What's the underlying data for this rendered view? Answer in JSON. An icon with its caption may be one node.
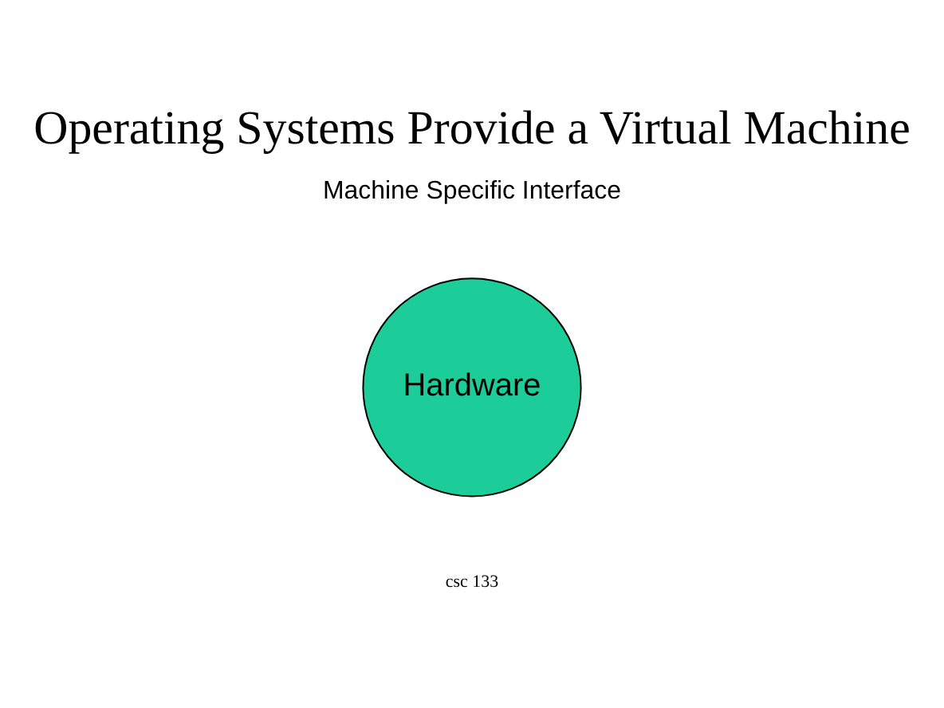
{
  "diagram": {
    "title": "Operating Systems Provide a Virtual Machine",
    "nodes": [
      {
        "text": [
          "Hardware"
        ]
      }
    ],
    "labels": [
      "Machine Specific Interface",
      "csc 133"
    ]
  }
}
